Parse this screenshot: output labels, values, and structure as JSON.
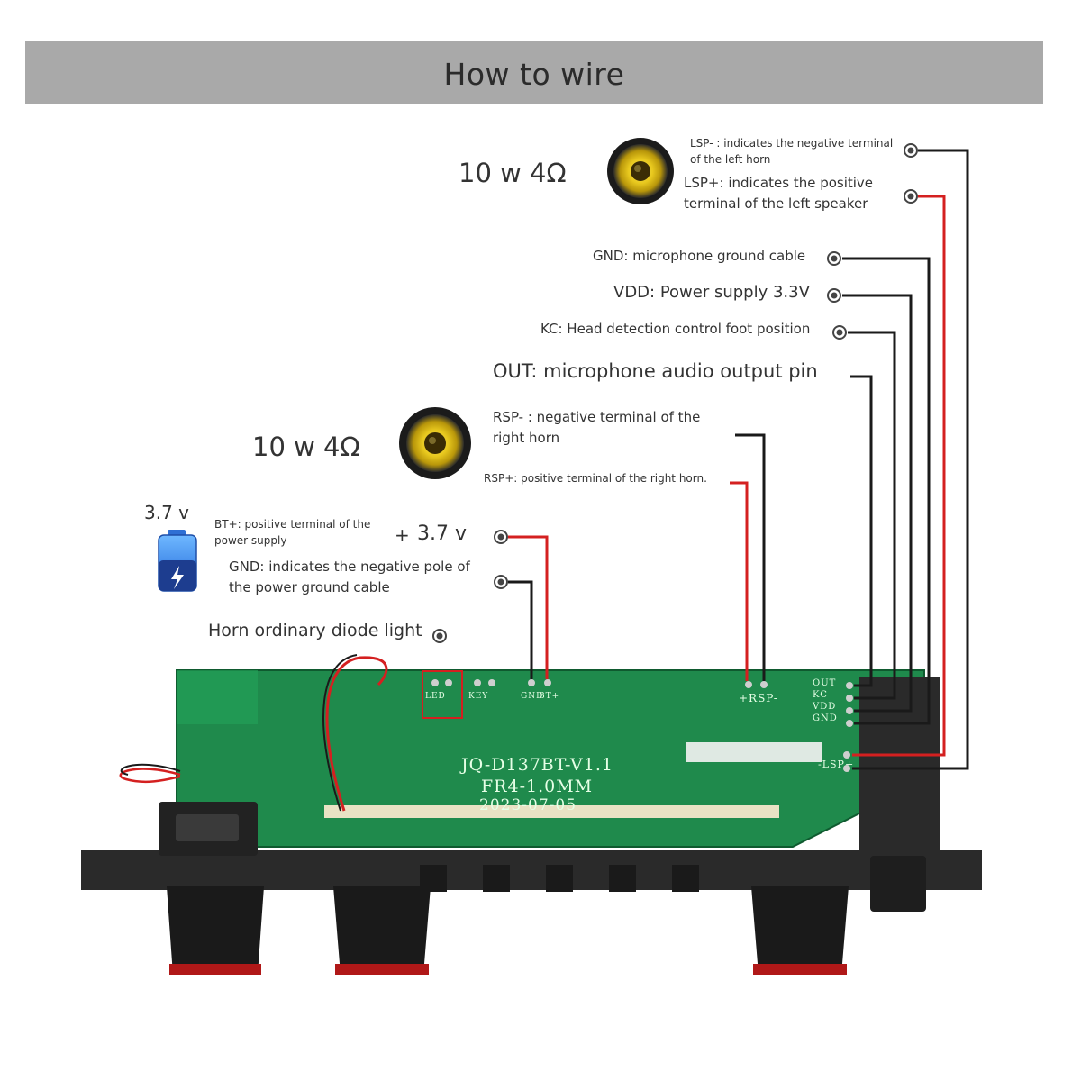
{
  "header": {
    "title": "How to wire"
  },
  "left_speaker": {
    "rating": "10 w 4Ω",
    "lsp_minus": [
      "LSP- : indicates the negative terminal",
      "of the left horn"
    ],
    "lsp_plus": [
      "LSP+: indicates the positive",
      "terminal of the left speaker"
    ]
  },
  "mic_pins": {
    "gnd": "GND: microphone ground cable",
    "vdd": "VDD: Power supply 3.3V",
    "kc": "KC: Head detection control foot position",
    "out": "OUT: microphone audio output pin"
  },
  "right_speaker": {
    "rating": "10 w 4Ω",
    "rsp_minus": [
      "RSP- : negative terminal of the",
      "right horn"
    ],
    "rsp_plus": "RSP+: positive terminal of the right horn."
  },
  "battery": {
    "voltage": "3.7 v",
    "bt_plus": [
      "BT+: positive terminal of the",
      "power supply"
    ],
    "input_voltage": "3.7 v",
    "plus_mark": "+",
    "gnd": [
      "GND: indicates the negative pole of",
      "the power ground cable"
    ]
  },
  "led": {
    "label": "Horn ordinary diode light"
  },
  "board": {
    "model": "JQ-D137BT-V1.1",
    "material": "FR4-1.0MM",
    "date": "2023-07-05",
    "silk_rsp": "+RSP-",
    "silk_lsp": "-LSP+",
    "silk_pins": [
      "OUT",
      "KC",
      "VDD",
      "GND"
    ],
    "silk_bt": "BT+",
    "silk_gnd": "GND",
    "silk_led": "LED",
    "silk_key": "KEY"
  },
  "colors": {
    "wire_black": "#1a1a1a",
    "wire_red": "#d42020",
    "pcb_green": "#1f8a4c",
    "banner": "#a9a9a9"
  }
}
